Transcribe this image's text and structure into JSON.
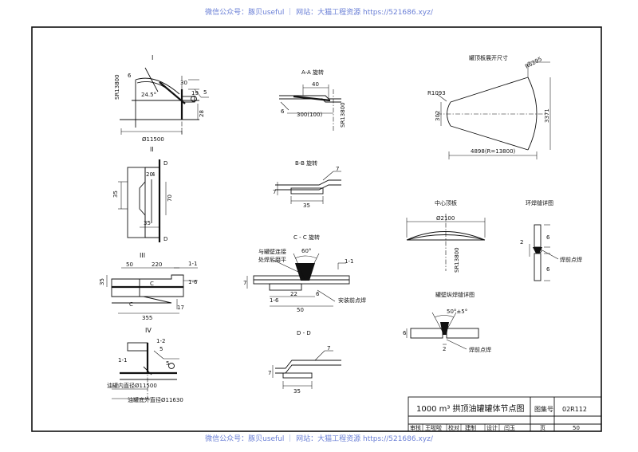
{
  "watermark": {
    "text": "微信公众号：豚贝useful ｜ 网站：大猫工程资源 https://521686.xyz/"
  },
  "details": {
    "I": {
      "label": "I",
      "radius": "SR13800",
      "dim_side": "6",
      "angle": "24.5°",
      "dim_a": "30",
      "dim_b": "19",
      "weld": "5",
      "dim_right": "28",
      "diameter": "Ø11500"
    },
    "II": {
      "label": "II",
      "cut_top": "D",
      "cut_bottom": "D",
      "dim_a": "20",
      "dim_b": "4",
      "dim_side": "35",
      "dim_right": "70",
      "dim_bottom": "35"
    },
    "III": {
      "label": "III",
      "dim_50": "50",
      "dim_220": "220",
      "ref_1": "1-1",
      "ref_2": "1-6",
      "cut_c1": "C",
      "cut_c2": "C",
      "dim_right": "17",
      "dim_left": "35",
      "dim_355": "355"
    },
    "IV": {
      "label": "IV",
      "ref_12": "1-2",
      "ref_11": "1-1",
      "weld_a": "5",
      "weld_b": "5",
      "note_inner": "油罐内直径Ø11500",
      "note_outer": "油罐底外直径Ø11630"
    },
    "AA": {
      "title": "A-A 旋转",
      "dim_40": "40",
      "weld": "6",
      "dim_300": "300(100)",
      "radius": "SR13800"
    },
    "BB": {
      "title": "B-B 旋转",
      "weld": "7",
      "dim_thk": "7",
      "dim_35": "35"
    },
    "CC": {
      "title": "C - C 旋转",
      "angle": "60°",
      "ref": "1-1",
      "note1": "与罐壁连接",
      "note2": "处焊后磨平",
      "dim_7": "7",
      "dim_16": "1-6",
      "dim_22": "22",
      "dim_6": "6",
      "dim_50": "50",
      "note3": "安装前点焊"
    },
    "DD": {
      "title": "D - D",
      "weld": "7",
      "dim_thk": "7",
      "dim_35": "35"
    },
    "top_plate": {
      "title": "罐顶板展开尺寸",
      "r_outer": "R6295",
      "r_inner": "R1093",
      "dim_302": "302",
      "dim_337": "3371",
      "dim_bottom": "4898(R=13800)"
    },
    "center_plate": {
      "title": "中心顶板",
      "diameter": "Ø2100",
      "radius": "SR13800"
    },
    "ring_weld": {
      "title": "环焊缝详图",
      "dim_6a": "6",
      "dim_2": "2",
      "dim_6b": "6",
      "note": "焊前点焊"
    },
    "wall_weld": {
      "title": "罐壁纵焊缝详图",
      "angle": "50°±5°",
      "dim_6": "6",
      "dim_2": "2",
      "note": "焊前点焊"
    }
  },
  "title_block": {
    "title": "1000 m³ 拱顶油罐罐体节点图",
    "atlas_label": "图集号",
    "atlas_value": "02R112",
    "review_label": "审核",
    "review_sig": "王啦啦",
    "check_label": "校对",
    "check_sig": "建制",
    "design_label": "设计",
    "design_sig": "闫玉",
    "page_label": "页",
    "page_value": "50"
  }
}
